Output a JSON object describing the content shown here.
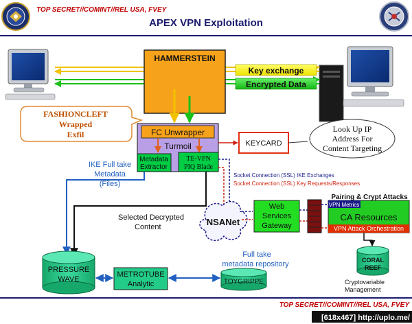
{
  "header": {
    "classification": "TOP SECRET//COMINT//REL USA, FVEY",
    "title": "APEX VPN Exploitation"
  },
  "footer": {
    "classification": "TOP SECRET//COMINT//REL USA, FVEY",
    "watermark": "[618x467] http://uplo.me/"
  },
  "nodes": {
    "hammerstein": "HAMMERSTEIN",
    "key_exchange": "Key exchange",
    "encrypted_data": "Encrypted Data",
    "fashioncleft_line1": "FASHIONCLEFT",
    "fashioncleft_line2": "Wrapped",
    "fashioncleft_line3": "Exfil",
    "fc_unwrapper": "FC Unwrapper",
    "turmoil": "Turmoil",
    "metadata_extractor_line1": "Metadata",
    "metadata_extractor_line2": "Extractor",
    "te_vpn_line1": "TE-VPN",
    "te_vpn_line2": "PIQ Blade",
    "keycard": "KEYCARD",
    "callout_line1": "Look Up IP",
    "callout_line2": "Address For",
    "callout_line3": "Content Targeting",
    "ike_line1": "IKE Full take",
    "ike_line2": "Metadata",
    "ike_line3": "(Files)",
    "socket_ike": "Socket Connection (SSL) IKE Exchanges",
    "socket_key": "Socket Connection (SSL) Key Requests/Responses",
    "pairing": "Pairing & Crypt Attacks",
    "vpn_metrics": "VPN Metrics",
    "ca_resources": "CA Resources",
    "vpn_attack": "VPN Attack Orchestration",
    "wsg_line1": "Web",
    "wsg_line2": "Services",
    "wsg_line3": "Gateway",
    "nsanet": "NSANet",
    "selected_line1": "Selected Decrypted",
    "selected_line2": "Content",
    "fulltake_line1": "Full take",
    "fulltake_line2": "metadata repository",
    "pressure_line1": "PRESSURE",
    "pressure_line2": "WAVE",
    "metrotube_line1": "METROTUBE",
    "metrotube_line2": "Analytic",
    "toygrippe": "TOYGRIPPE",
    "coral_line1": "CORAL",
    "coral_line2": "REEF",
    "crypto_line1": "Cryptovariable",
    "crypto_line2": "Management"
  },
  "colors": {
    "classification_red": "#c00000",
    "title_navy": "#1a1a6e",
    "hammerstein_orange": "#f7a21b",
    "key_yellow": "#ffff00",
    "encrypted_green": "#22dd22",
    "fc_orange": "#f7a21b",
    "turmoil_purple": "#b9a0e6",
    "box_green": "#00cc44",
    "keycard_red": "#e03010",
    "ca_green": "#22cc22",
    "vpn_attack_red": "#e03000",
    "cyl_green": "#2bc58a",
    "flow_blue": "#3070d0",
    "fashion_orange": "#c05000"
  }
}
